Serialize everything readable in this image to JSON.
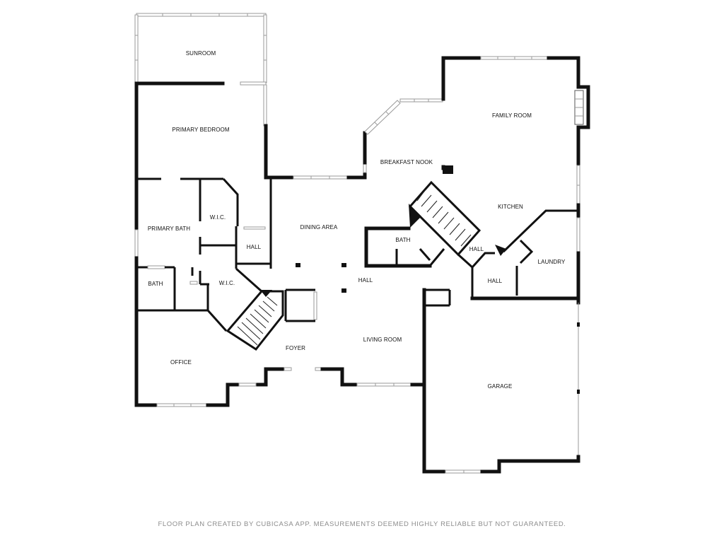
{
  "rooms": {
    "sunroom": "SUNROOM",
    "primary_bedroom": "PRIMARY BEDROOM",
    "primary_bath": "PRIMARY BATH",
    "wic_1": "W.I.C.",
    "wic_2": "W.I.C.",
    "hall_1": "HALL",
    "hall_2": "HALL",
    "hall_3": "HALL",
    "hall_4": "HALL",
    "bath_1": "BATH",
    "bath_2": "BATH",
    "dining_area": "DINING AREA",
    "breakfast_nook": "BREAKFAST NOOK",
    "family_room": "FAMILY ROOM",
    "kitchen": "KITCHEN",
    "laundry": "LAUNDRY",
    "office": "OFFICE",
    "foyer": "FOYER",
    "living_room": "LIVING ROOM",
    "garage": "GARAGE"
  },
  "footer": "FLOOR PLAN CREATED BY CUBICASA APP. MEASUREMENTS DEEMED HIGHLY RELIABLE BUT NOT GUARANTEED.",
  "colors": {
    "wall": "#111111",
    "window": "#9a9a9a",
    "label": "#111111",
    "footer": "#8c8c8c"
  }
}
